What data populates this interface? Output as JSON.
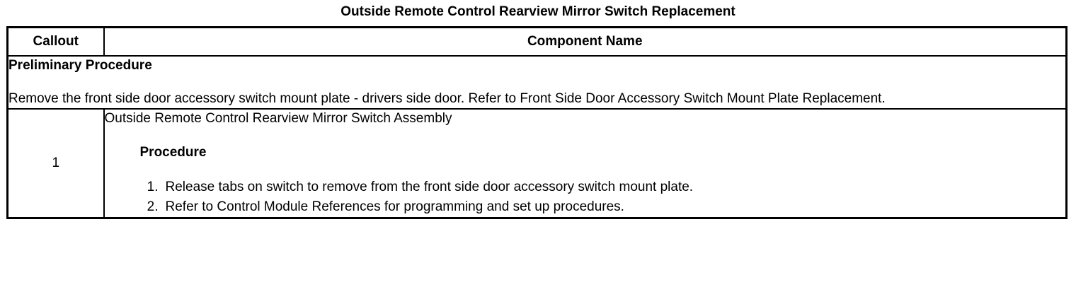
{
  "document": {
    "title": "Outside Remote Control Rearview Mirror Switch Replacement"
  },
  "table": {
    "headers": {
      "callout": "Callout",
      "component_name": "Component Name"
    },
    "preliminary": {
      "heading": "Preliminary Procedure",
      "body": "Remove the front side door accessory switch mount plate - drivers side door. Refer to Front Side Door Accessory Switch Mount Plate Replacement."
    },
    "rows": [
      {
        "callout": "1",
        "component_name": "Outside Remote Control Rearview Mirror Switch Assembly",
        "procedure_heading": "Procedure",
        "steps": [
          {
            "number": "1.",
            "text": "Release tabs on switch to remove from the front side door accessory switch mount plate."
          },
          {
            "number": "2.",
            "text": "Refer to Control Module References for programming and set up procedures."
          }
        ]
      }
    ]
  }
}
